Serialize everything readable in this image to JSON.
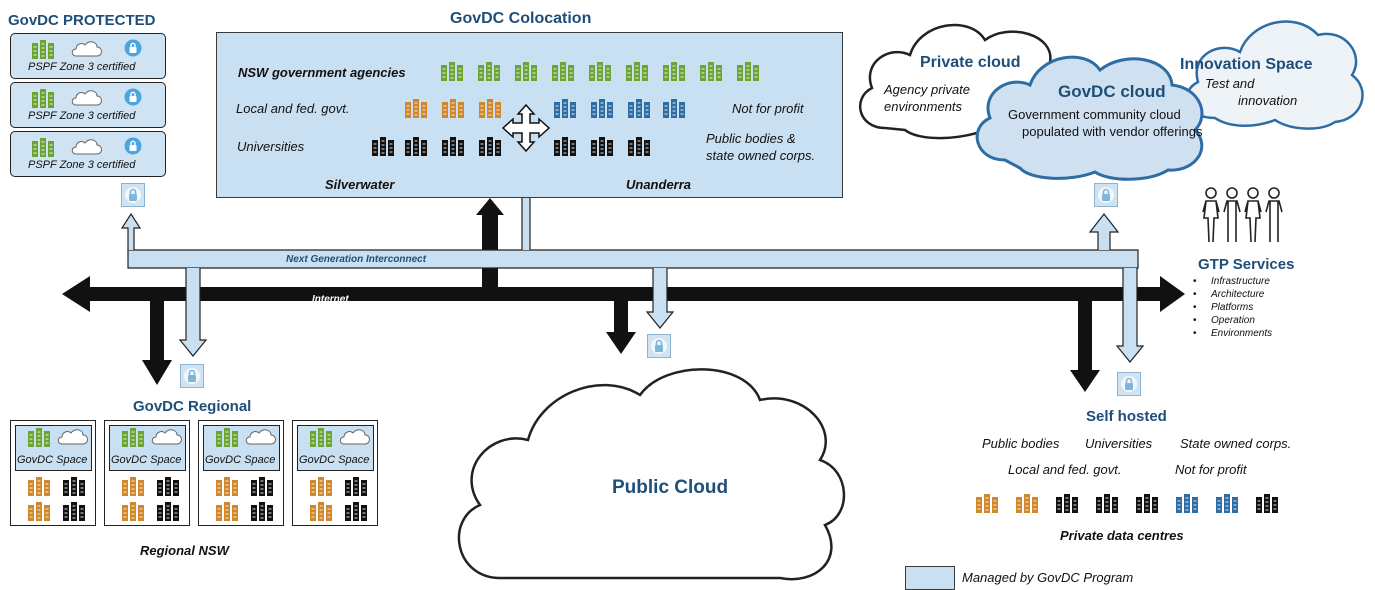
{
  "titles": {
    "protected": "GovDC PROTECTED",
    "colocation": "GovDC Colocation",
    "regional": "GovDC Regional",
    "self_hosted": "Self hosted",
    "private_cloud": "Private cloud",
    "govdc_cloud": "GovDC cloud",
    "innovation": "Innovation Space",
    "public_cloud": "Public Cloud",
    "gtp": "GTP Services"
  },
  "protected_zones": [
    "PSPF Zone 3 certified",
    "PSPF Zone 3 certified",
    "PSPF Zone 3 certified"
  ],
  "colocation": {
    "nsw_agencies": "NSW government agencies",
    "local_fed": "Local and fed. govt.",
    "not_for_profit": "Not for profit",
    "universities": "Universities",
    "public_bodies_1": "Public bodies &",
    "public_bodies_2": "state owned corps.",
    "silverwater": "Silverwater",
    "unanderra": "Unanderra"
  },
  "clouds": {
    "private_desc_1": "Agency private",
    "private_desc_2": "environments",
    "govdc_desc_1": "Government community cloud",
    "govdc_desc_2": "populated with vendor offerings",
    "innovation_desc_1": "Test and",
    "innovation_desc_2": "innovation"
  },
  "network": {
    "ngi": "Next Generation Interconnect",
    "internet": "Internet"
  },
  "gtp_services": [
    "Infrastructure",
    "Architecture",
    "Platforms",
    "Operation",
    "Environments"
  ],
  "regional": {
    "space_label": "GovDC Space",
    "caption": "Regional NSW"
  },
  "self_hosted": {
    "public_bodies": "Public bodies",
    "universities": "Universities",
    "state_owned": "State owned corps.",
    "local_fed": "Local and fed. govt.",
    "not_for_profit": "Not for profit",
    "caption": "Private data centres"
  },
  "legend": {
    "managed": "Managed by GovDC Program"
  },
  "colors": {
    "title_blue": "#1f4e79",
    "light_blue": "#c9e0f2",
    "green_rack": "#6aa532",
    "orange_rack": "#d0872a",
    "blue_rack": "#2e6ca4",
    "black_rack": "#111111"
  },
  "icons": {
    "rack": "server-rack-icon",
    "lock": "padlock-icon",
    "cloud": "cloud-icon",
    "person": "person-icon",
    "move": "four-way-arrow-icon"
  }
}
